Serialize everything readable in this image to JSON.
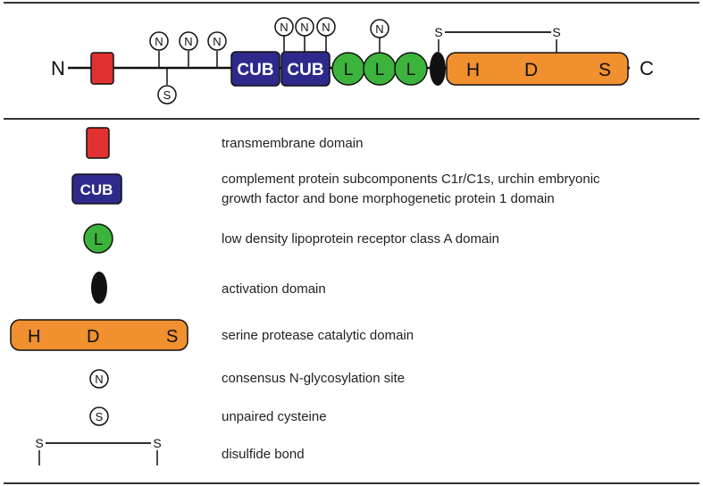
{
  "schematic": {
    "n_terminus": "N",
    "c_terminus": "C",
    "cub_label": "CUB",
    "ldl_label": "L",
    "glyco_label": "N",
    "cys_label": "S",
    "disulfide_label": "S",
    "protease_letters": [
      "H",
      "D",
      "S"
    ]
  },
  "legend": [
    {
      "symbol": "transmembrane",
      "lines": [
        "transmembrane domain"
      ]
    },
    {
      "symbol": "cub",
      "label": "CUB",
      "lines": [
        "complement protein subcomponents C1r/C1s, urchin embryonic",
        "growth factor and bone morphogenetic protein 1 domain"
      ]
    },
    {
      "symbol": "ldl",
      "label": "L",
      "lines": [
        "low density lipoprotein receptor class A  domain"
      ]
    },
    {
      "symbol": "activation",
      "lines": [
        "activation domain"
      ]
    },
    {
      "symbol": "protease",
      "letters": [
        "H",
        "D",
        "S"
      ],
      "lines": [
        "serine protease catalytic domain"
      ]
    },
    {
      "symbol": "glycosylation",
      "label": "N",
      "lines": [
        "consensus N-glycosylation site"
      ]
    },
    {
      "symbol": "cysteine",
      "label": "S",
      "lines": [
        "unpaired cysteine"
      ]
    },
    {
      "symbol": "disulfide",
      "label": "S",
      "lines": [
        "disulfide bond"
      ]
    }
  ],
  "colors": {
    "transmembrane": "#e03030",
    "cub": "#2e2a8c",
    "ldl": "#3cb43c",
    "protease": "#f0902e",
    "activation": "#111111",
    "rule": "#333333"
  }
}
